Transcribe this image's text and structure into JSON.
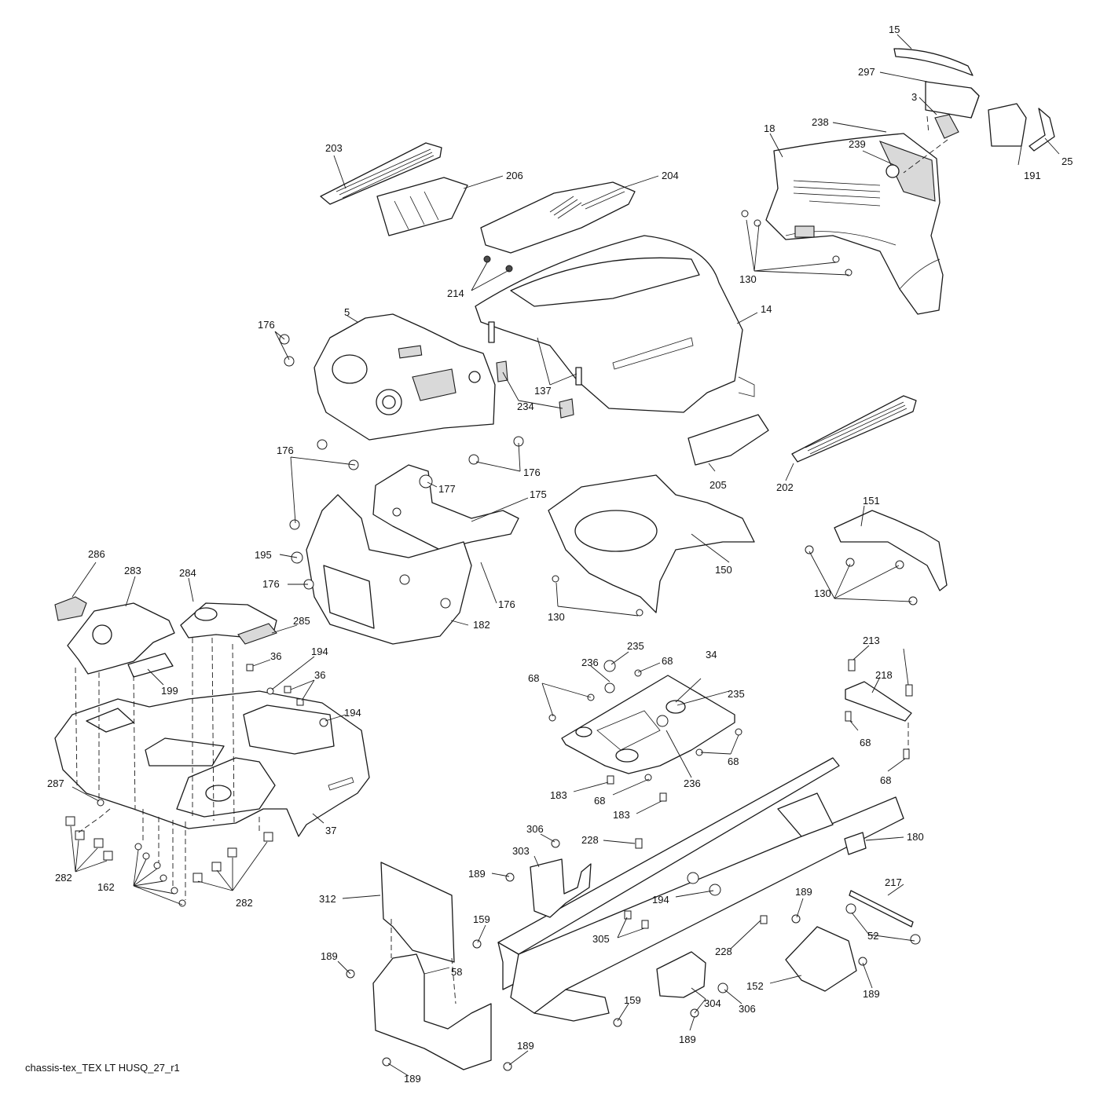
{
  "footer": "chassis-tex_TEX LT HUSQ_27_r1",
  "callouts": {
    "c15": "15",
    "c297": "297",
    "c3": "3",
    "c238": "238",
    "c18": "18",
    "c239": "239",
    "c191": "191",
    "c25": "25",
    "c203": "203",
    "c206": "206",
    "c204": "204",
    "c130a": "130",
    "c214": "214",
    "c5": "5",
    "c176a": "176",
    "c14": "14",
    "c137": "137",
    "c234": "234",
    "c176b": "176",
    "c176c": "176",
    "c177": "177",
    "c175": "175",
    "c205": "205",
    "c202": "202",
    "c151": "151",
    "c150": "150",
    "c195": "195",
    "c176d": "176",
    "c176e": "176",
    "c182": "182",
    "c130b": "130",
    "c130c": "130",
    "c286": "286",
    "c283": "283",
    "c284": "284",
    "c285": "285",
    "c36a": "36",
    "c194a": "194",
    "c36b": "36",
    "c194b": "194",
    "c199": "199",
    "c235a": "235",
    "c68a": "68",
    "c34": "34",
    "c236a": "236",
    "c68b": "68",
    "c235b": "235",
    "c68c": "68",
    "c183a": "183",
    "c68d": "68",
    "c236b": "236",
    "c183b": "183",
    "c213": "213",
    "c218": "218",
    "c68e": "68",
    "c68f": "68",
    "c287": "287",
    "c37": "37",
    "c282a": "282",
    "c162": "162",
    "c282b": "282",
    "c306a": "306",
    "c303": "303",
    "c228a": "228",
    "c180": "180",
    "c189a": "189",
    "c312": "312",
    "c194c": "194",
    "c217": "217",
    "c189b": "189",
    "c159a": "159",
    "c305": "305",
    "c52": "52",
    "c228b": "228",
    "c189c": "189",
    "c58": "58",
    "c152": "152",
    "c189d": "189",
    "c304": "304",
    "c306b": "306",
    "c159b": "159",
    "c189e": "189",
    "c189f": "189",
    "c189g": "189"
  }
}
